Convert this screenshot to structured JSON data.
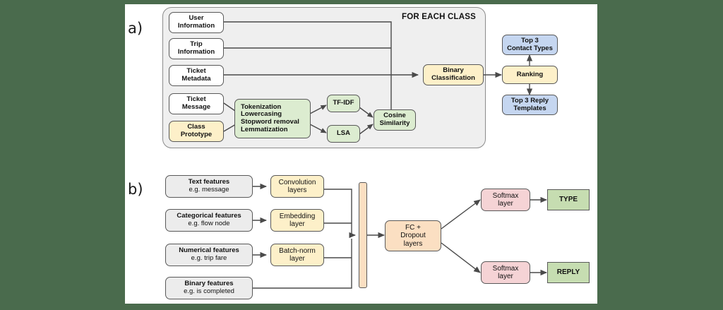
{
  "figure": {
    "background_color": "#4a6b4d",
    "sheet_color": "#ffffff",
    "panels": [
      {
        "id": "a",
        "label": "a)"
      },
      {
        "id": "b",
        "label": "b)"
      }
    ]
  },
  "palette": {
    "white": "#ffffff",
    "gray": "#ececec",
    "yellow": "#fdf0c9",
    "green": "#dcecd0",
    "pink": "#f5d3d5",
    "blue": "#c5d6f0",
    "green_output": "#c6ddb1",
    "peach": "#fbdfc2",
    "container_gray": "#efefef",
    "stroke": "#595959"
  },
  "panel_a": {
    "label": "a)",
    "container_title": "FOR EACH CLASS",
    "nodes": {
      "user_information": {
        "line1": "User",
        "line2": "Information",
        "fill": "white"
      },
      "trip_information": {
        "line1": "Trip",
        "line2": "Information",
        "fill": "white"
      },
      "ticket_metadata": {
        "line1": "Ticket",
        "line2": "Metadata",
        "fill": "white"
      },
      "ticket_message": {
        "line1": "Ticket",
        "line2": "Message",
        "fill": "white"
      },
      "class_prototype": {
        "line1": "Class",
        "line2": "Prototype",
        "fill": "yellow"
      },
      "preprocessing": {
        "line1": "Tokenization",
        "line2": "Lowercasing",
        "line3": "Stopword removal",
        "line4": "Lemmatization",
        "fill": "green"
      },
      "tfidf": {
        "line1": "TF-IDF",
        "fill": "green"
      },
      "lsa": {
        "line1": "LSA",
        "fill": "green"
      },
      "cosine_similarity": {
        "line1": "Cosine",
        "line2": "Similarity",
        "fill": "green"
      },
      "binary_classification": {
        "line1": "Binary",
        "line2": "Classification",
        "fill": "yellow"
      },
      "ranking": {
        "line1": "Ranking",
        "fill": "yellow"
      },
      "top3_contact_types": {
        "line1": "Top 3",
        "line2": "Contact Types",
        "fill": "blue"
      },
      "top3_reply_templates": {
        "line1": "Top 3 Reply",
        "line2": "Templates",
        "fill": "blue"
      }
    }
  },
  "panel_b": {
    "label": "b)",
    "nodes": {
      "text_features": {
        "line1": "Text features",
        "line2": "e.g. message",
        "fill": "gray"
      },
      "categorical_features": {
        "line1": "Categorical features",
        "line2": "e.g. flow node",
        "fill": "gray"
      },
      "numerical_features": {
        "line1": "Numerical features",
        "line2": "e.g. trip fare",
        "fill": "gray"
      },
      "binary_features": {
        "line1": "Binary features",
        "line2": "e.g. is completed",
        "fill": "gray"
      },
      "convolution_layers": {
        "line1": "Convolution",
        "line2": "layers",
        "fill": "yellow"
      },
      "embedding_layer": {
        "line1": "Embedding",
        "line2": "layer",
        "fill": "yellow"
      },
      "batchnorm_layer": {
        "line1": "Batch-norm",
        "line2": "layer",
        "fill": "yellow"
      },
      "concatenation_bar": {
        "fill": "peach"
      },
      "fc_dropout": {
        "line1": "FC +",
        "line2": "Dropout",
        "line3": "layers",
        "fill": "peach"
      },
      "softmax_top": {
        "line1": "Softmax",
        "line2": "layer",
        "fill": "pink"
      },
      "softmax_bottom": {
        "line1": "Softmax",
        "line2": "layer",
        "fill": "pink"
      },
      "output_type": {
        "line1": "TYPE",
        "fill": "green_output"
      },
      "output_reply": {
        "line1": "REPLY",
        "fill": "green_output"
      }
    }
  }
}
